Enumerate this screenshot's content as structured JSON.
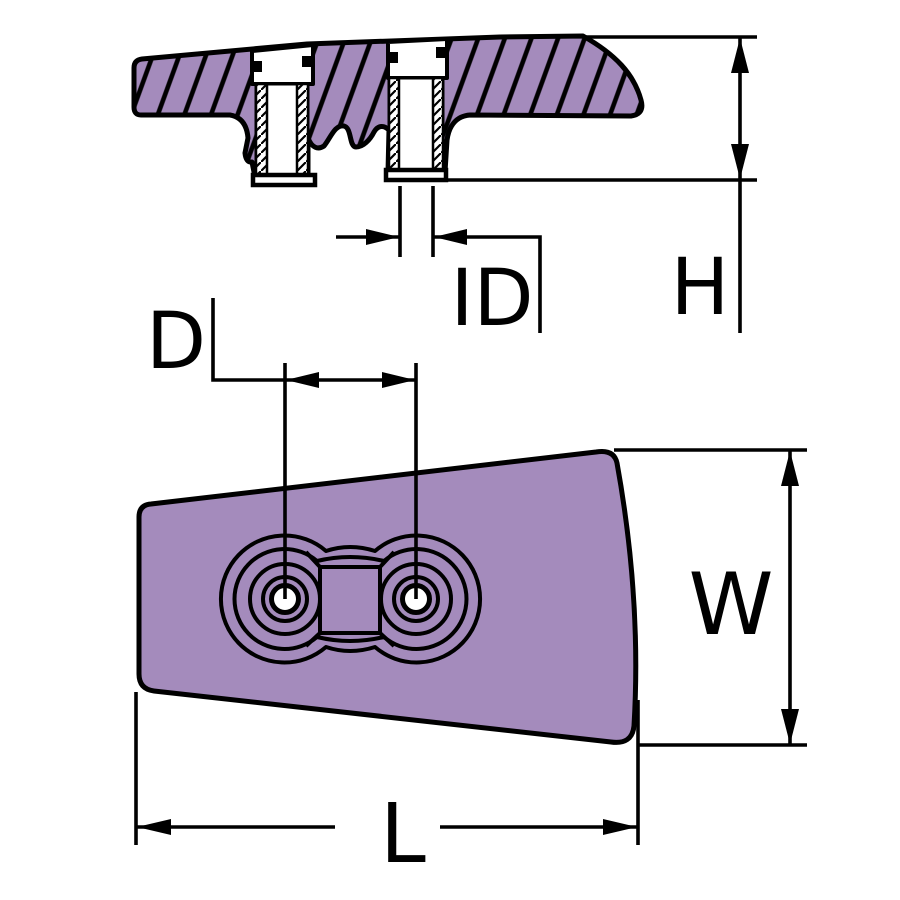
{
  "drawing": {
    "kind": "technical-drawing",
    "views": {
      "top": "cross-section-view",
      "bottom": "plan-view"
    },
    "dimension_labels": {
      "height": "H",
      "inner_diameter": "ID",
      "hole_spacing": "D",
      "width": "W",
      "length": "L"
    },
    "colors": {
      "part_fill": "#A48BBC",
      "line": "#000000",
      "background": "#FFFFFF"
    }
  }
}
